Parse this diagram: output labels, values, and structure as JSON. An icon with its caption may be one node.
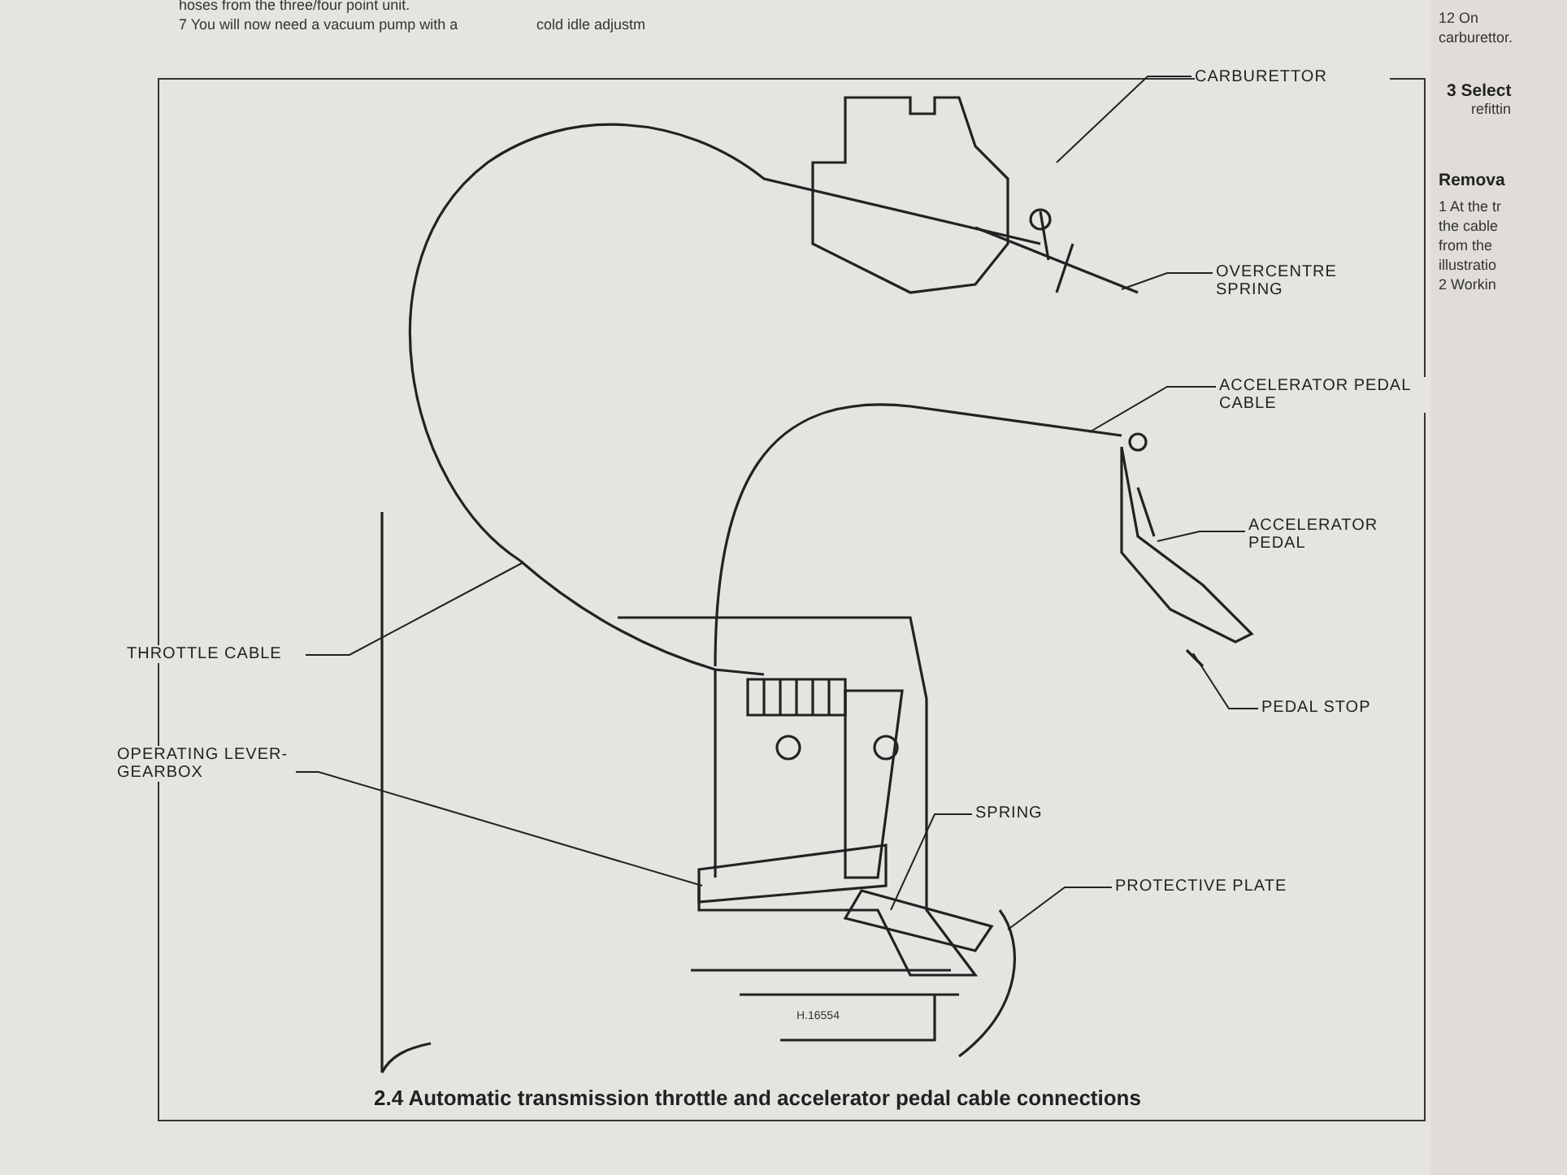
{
  "diagram": {
    "caption": "2.4 Automatic transmission throttle and accelerator pedal cable connections",
    "nodes": [
      {
        "text": [
          "CARBURETTOR"
        ]
      },
      {
        "text": [
          "OVERCENTRE SPRING"
        ]
      },
      {
        "text": [
          "ACCELERATOR PEDAL CABLE"
        ]
      },
      {
        "text": [
          "ACCELERATOR PEDAL"
        ]
      },
      {
        "text": [
          "PEDAL STOP"
        ]
      },
      {
        "text": [
          "THROTTLE CABLE"
        ]
      },
      {
        "text": [
          "OPERATING LEVER- GEARBOX"
        ]
      },
      {
        "text": [
          "SPRING"
        ]
      },
      {
        "text": [
          "PROTECTIVE PLATE"
        ]
      }
    ],
    "edges": [
      {
        "from": 0,
        "to": null,
        "arrow": "none"
      },
      {
        "from": 1,
        "to": null,
        "arrow": "none"
      },
      {
        "from": 2,
        "to": null,
        "arrow": "none"
      },
      {
        "from": 3,
        "to": null,
        "arrow": "none"
      },
      {
        "from": 4,
        "to": null,
        "arrow": "none"
      },
      {
        "from": 5,
        "to": null,
        "arrow": "none"
      },
      {
        "from": 6,
        "to": null,
        "arrow": "none"
      },
      {
        "from": 7,
        "to": null,
        "arrow": "none"
      },
      {
        "from": 8,
        "to": null,
        "arrow": "none"
      }
    ],
    "labels": [
      "hoses from the three/four point unit.",
      "7 You will now need a vacuum pump with a",
      "cold idle adjustm",
      "12 On",
      "carburettor.",
      "3 Select",
      "refittin",
      "Remova",
      "1 At the tr",
      "the cable",
      "from the",
      "illustratio",
      "2 Workin",
      "H.16554"
    ]
  }
}
